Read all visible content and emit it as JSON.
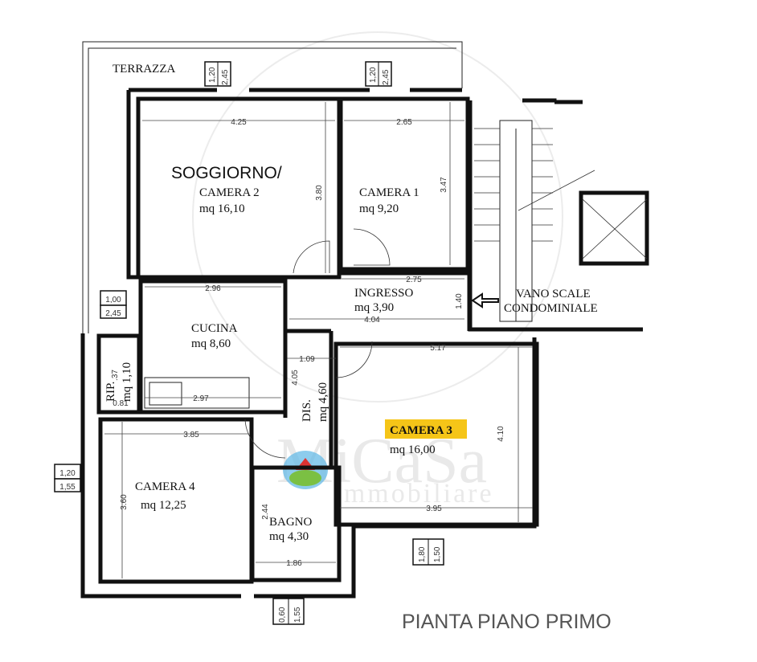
{
  "title": "PIANTA PIANO PRIMO",
  "rooms": {
    "terrazza": {
      "name": "TERRAZZA"
    },
    "soggiorno": {
      "name": "SOGGIORNO/",
      "sub": "CAMERA 2",
      "area": "mq 16,10"
    },
    "camera1": {
      "name": "CAMERA 1",
      "area": "mq 9,20"
    },
    "ingresso": {
      "name": "INGRESSO",
      "area": "mq 3,90"
    },
    "vano_scale": {
      "name": "VANO SCALE",
      "sub": "CONDOMINIALE"
    },
    "cucina": {
      "name": "CUCINA",
      "area": "mq 8,60"
    },
    "rip": {
      "name": "RIP.",
      "area": "mq 1,10"
    },
    "dis": {
      "name": "DIS.",
      "area": "mq 4,60"
    },
    "camera3": {
      "name": "CAMERA 3",
      "area": "mq 16,00"
    },
    "camera4": {
      "name": "CAMERA 4",
      "area": "mq 12,25"
    },
    "bagno": {
      "name": "BAGNO",
      "area": "mq 4,30"
    }
  },
  "dimensions": {
    "soggiorno_w": "4.25",
    "soggiorno_h": "3.80",
    "camera1_w": "2.65",
    "camera1_h": "3.47",
    "ingresso_w": "2.75",
    "ingresso_h": "1.40",
    "ingresso_b": "4.04",
    "cucina_w": "2.96",
    "cucina_b": "2.97",
    "dis_w": "1.09",
    "dis_h": "4.05",
    "camera3_w": "5.17",
    "camera3_b": "3.95",
    "camera3_h": "4.10",
    "camera4_w": "3.85",
    "camera4_h": "3.60",
    "bagno_h": "2.44",
    "bagno_w": "1.86",
    "rip_h": ".37",
    "rip_w": "0.81"
  },
  "windows": [
    {
      "w": "1,20",
      "h": "2,45"
    },
    {
      "w": "1,20",
      "h": "2,45"
    },
    {
      "w": "1,00",
      "h": "2,45"
    },
    {
      "w": "1,20",
      "h": "1,55"
    },
    {
      "w": "1,80",
      "h": "1,50"
    },
    {
      "w": "0,60",
      "h": "1,55"
    }
  ],
  "watermark": {
    "brand": "MiCaSa",
    "sub": "immobiliare"
  },
  "colors": {
    "highlight": "#f5c518",
    "wall": "#111111"
  }
}
